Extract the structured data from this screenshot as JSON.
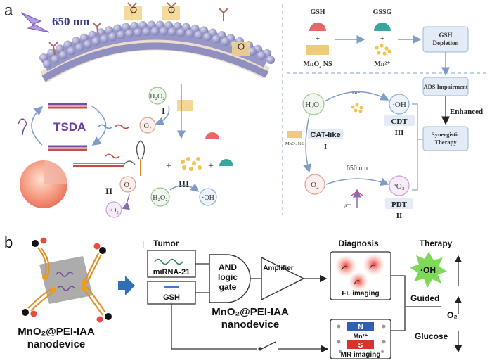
{
  "panel_a": {
    "label": "a",
    "left": {
      "wavelength": "650 nm",
      "h2o2": "H₂O₂",
      "o2": "O₂",
      "step1": "I",
      "tsda": "TSDA",
      "step2": "II",
      "step3": "III",
      "o2_b": "O₂",
      "singlet_o2": "¹O₂",
      "h2o2_b": "H₂O₂",
      "oh": "·OH"
    },
    "right": {
      "gsh": "GSH",
      "gssg": "GSSG",
      "plus1": "+",
      "plus2": "+",
      "mno2_ns": "MnO₂ NS",
      "mn2": "Mn²⁺",
      "gsh_depletion": "GSH Depletion",
      "ads_impairment": "ADS Impairment",
      "enhanced": "Enhanced",
      "synergistic": "Synergistic Therapy",
      "h2o2": "H₂O₂",
      "mn2_small": "Mn²⁺",
      "oh": "·OH",
      "cdt": "CDT",
      "cdt_num": "III",
      "mno2_ns_small": "MnO₂ NS",
      "cat_like": "CAT-like",
      "cat_num": "I",
      "o2": "O₂",
      "wavelength": "650 nm",
      "singlet_o2": "¹O₂",
      "at": "AT",
      "pdt": "PDT",
      "pdt_num": "II"
    }
  },
  "panel_b": {
    "label": "b",
    "nanodevice_left": "MnO₂@PEI-IAA nanodevice",
    "tumor": "Tumor",
    "mirna": "miRNA-21",
    "gsh": "GSH",
    "gate": "AND logic gate",
    "amplifier": "Amplifier",
    "diagnosis": "Diagnosis",
    "fl_imaging": "FL imaging",
    "nanodevice_center": "MnO₂@PEI-IAA nanodevice",
    "guided": "Guided",
    "therapy": "Therapy",
    "oh": "·OH",
    "o2": "O₂",
    "glucose": "Glucose",
    "mr_n": "N",
    "mr_mn": "Mn²⁺",
    "mr_s": "S",
    "mr_imaging": "MR imaging"
  }
}
